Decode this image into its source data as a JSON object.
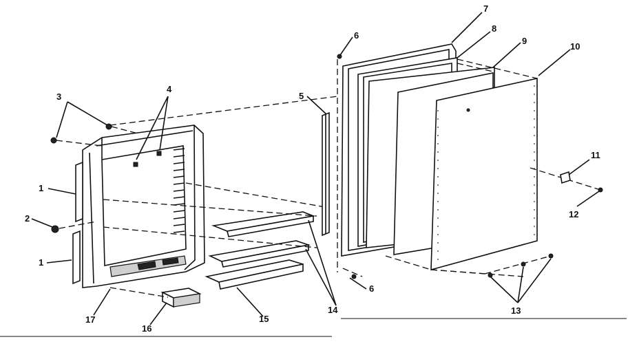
{
  "diagram": {
    "callouts": {
      "c1a": "1",
      "c1b": "1",
      "c2": "2",
      "c3": "3",
      "c4": "4",
      "c5": "5",
      "c6a": "6",
      "c6b": "6",
      "c7": "7",
      "c8": "8",
      "c9": "9",
      "c10": "10",
      "c11": "11",
      "c12": "12",
      "c13": "13",
      "c14": "14",
      "c15": "15",
      "c16": "16",
      "c17": "17"
    }
  }
}
